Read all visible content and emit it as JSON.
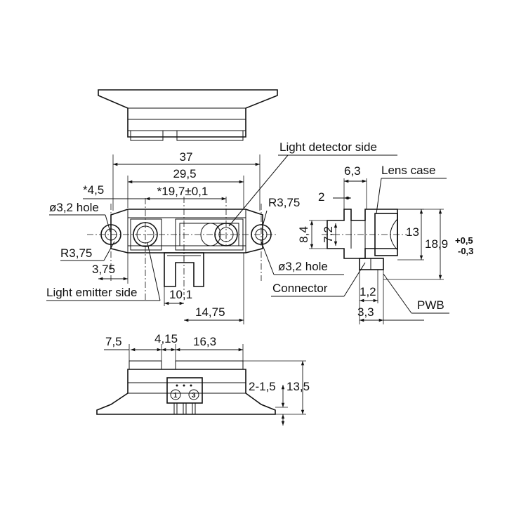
{
  "labels": {
    "light_detector_side": "Light detector side",
    "light_emitter_side": "Light emitter side",
    "lens_case": "Lens case",
    "connector": "Connector",
    "pwb": "PWB",
    "hole_left": "ø3,2 hole",
    "hole_right": "ø3,2 hole",
    "radius_left": "R3,75",
    "radius_right": "R3,75"
  },
  "dimensions": {
    "overall_width": "37",
    "hole_pitch": "29,5",
    "lens_pitch": "*19,7±0,1",
    "emitter_offset": "*4,5",
    "hole_to_edge": "3,75",
    "connector_offset": "10,1",
    "connector_to_edge": "14,75",
    "flange": "2",
    "thickness": "6,3",
    "lens_height_a": "8,4",
    "lens_height_b": "7,2",
    "lens_case_height": "13",
    "overall_height": "18,9",
    "tol_plus": "+0,5",
    "tol_minus": "-0,3",
    "pwb_thickness": "1,2",
    "pwb_offset": "3,3",
    "bottom_left": "7,5",
    "bottom_gap": "4,15",
    "bottom_right": "16,3",
    "depth_small": "2-1,5",
    "depth_total": "13,5"
  },
  "pins": {
    "pin1": "1",
    "pin3": "3"
  }
}
